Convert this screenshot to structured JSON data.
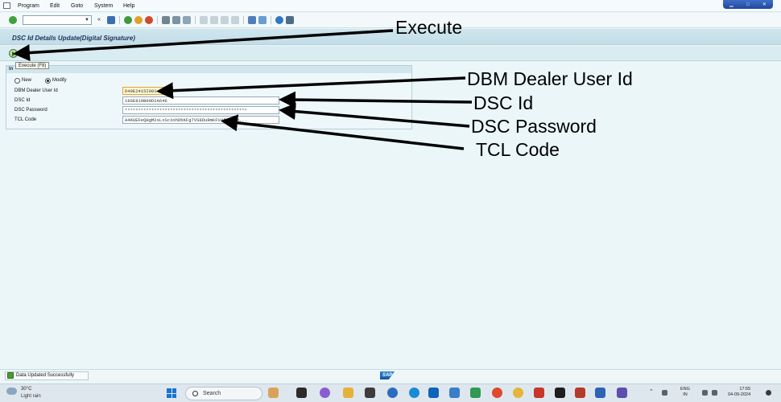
{
  "menu": {
    "items": [
      "Program",
      "Edit",
      "Goto",
      "System",
      "Help"
    ]
  },
  "screen": {
    "title": "DSC Id Details Update(Digital Signature)",
    "execute_tooltip": "Execute   (F8)",
    "group_title": "In"
  },
  "form": {
    "mode_new_label": "New",
    "mode_modify_label": "Modify",
    "selected_mode": "Modify",
    "fields": [
      {
        "label": "DBM Dealer User Id",
        "value": "D49E2415I001"
      },
      {
        "label": "DSC Id",
        "value": "186E819B00D2A646"
      },
      {
        "label": "DSC Password",
        "value": "**********************************************"
      },
      {
        "label": "TCL Code",
        "value": "A4KUEFeQHgM2sLxScXohDbKFg7VS8DuRmkFV4fK8opH..."
      }
    ]
  },
  "status": {
    "message": "Data Updated Successfully",
    "sap_logo": "SAP"
  },
  "taskbar": {
    "weather_temp": "30°C",
    "weather_desc": "Light rain",
    "search_label": "Search",
    "lang_line1": "ENG",
    "lang_line2": "IN",
    "time": "17:55",
    "date": "04-09-2024"
  },
  "annotations": {
    "execute": "Execute",
    "dealer_user_id": "DBM Dealer User Id",
    "dsc_id": "DSC Id",
    "dsc_password": "DSC Password",
    "tcl_code": "TCL Code"
  },
  "colors": {
    "background": "#eaf6f8",
    "title_bar": "#c2dde7",
    "required_field": "#fff7cf",
    "arrow": "#000000"
  }
}
